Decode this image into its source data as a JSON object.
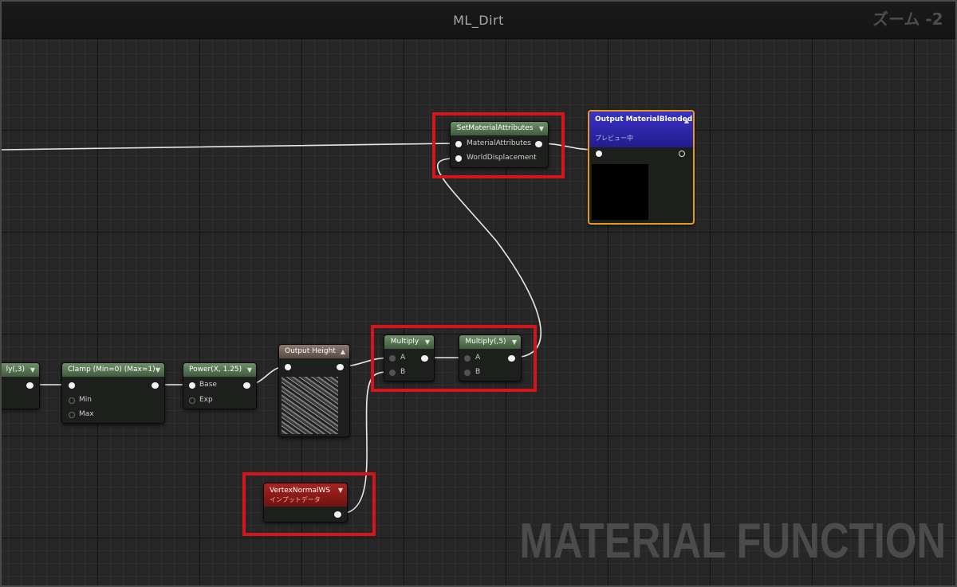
{
  "window": {
    "title": "ML_Dirt",
    "zoom_label": "ズーム -2"
  },
  "watermark": "MATERIAL FUNCTION",
  "nodes": {
    "partial_multiply": {
      "title": "ly(,3)"
    },
    "clamp": {
      "title": "Clamp (Min=0) (Max=1)",
      "pins": [
        "Min",
        "Max"
      ]
    },
    "power": {
      "title": "Power(X, 1.25)",
      "pins": [
        "Base",
        "Exp"
      ]
    },
    "output_height": {
      "title": "Output Height"
    },
    "multiply_a": {
      "title": "Multiply",
      "pins": [
        "A",
        "B"
      ]
    },
    "multiply_b": {
      "title": "Multiply(,5)",
      "pins": [
        "A",
        "B"
      ]
    },
    "set_material_attributes": {
      "title": "SetMaterialAttributes",
      "pins": [
        "MaterialAttributes",
        "WorldDisplacement"
      ]
    },
    "output_material_blended": {
      "title": "Output MaterialBlended",
      "subtitle": "プレビュー中"
    },
    "vertex_normal_ws": {
      "title": "VertexNormalWS",
      "subtitle": "インプットデータ"
    }
  },
  "colors": {
    "highlight": "#d5141c",
    "output_border": "#e59a1e",
    "output_header": "#2f27a8",
    "input_header": "#8a1a16",
    "function_header": "#6a5a50"
  }
}
